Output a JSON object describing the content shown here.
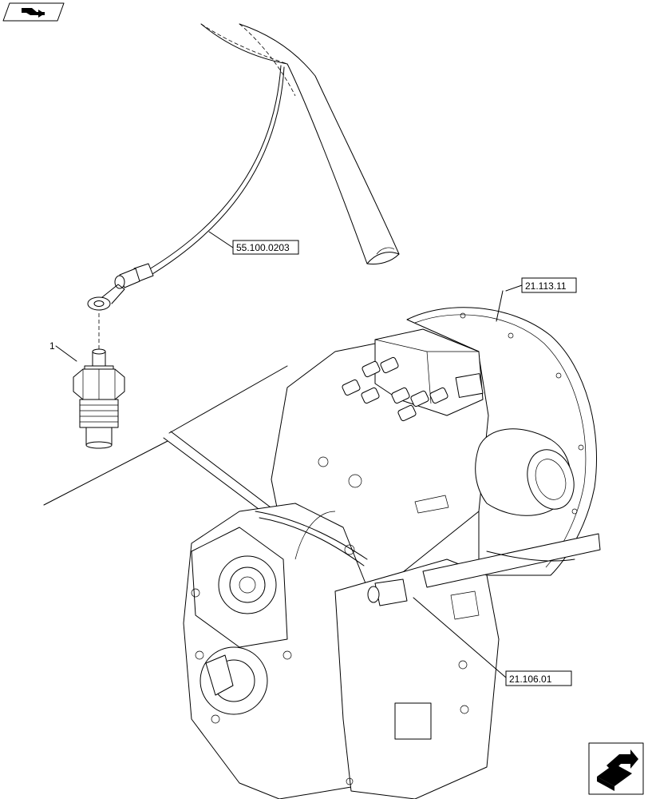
{
  "callouts": {
    "item_1": "1",
    "ref_harness": "55.100.0203",
    "ref_gearbox": "21.113.11",
    "ref_sensor_position": "21.106.01"
  },
  "icons": {
    "top_left": "page-back-icon",
    "bottom_right": "page-forward-icon"
  }
}
